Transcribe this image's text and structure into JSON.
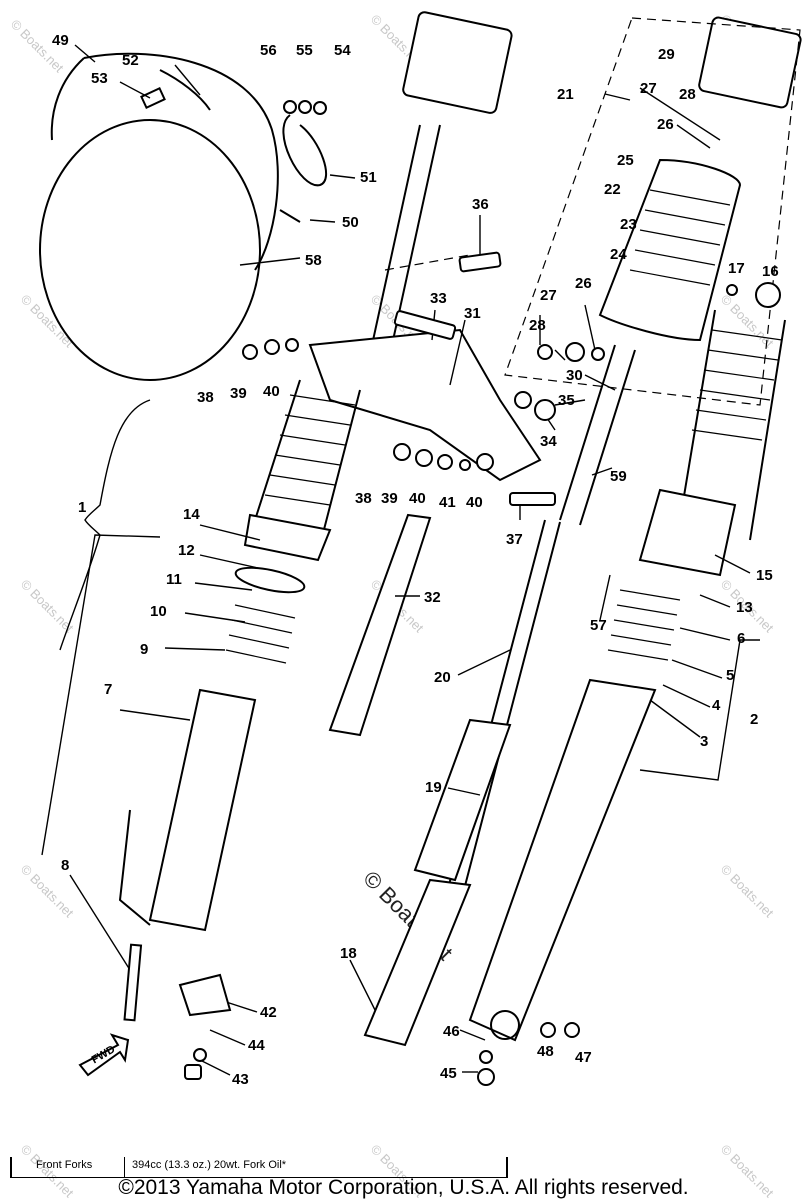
{
  "diagram": {
    "callouts": [
      "49",
      "52",
      "53",
      "56",
      "55",
      "54",
      "51",
      "50",
      "58",
      "29",
      "21",
      "27",
      "28",
      "26",
      "25",
      "22",
      "23",
      "24",
      "36",
      "33",
      "31",
      "17",
      "16",
      "27",
      "28",
      "26",
      "30",
      "35",
      "34",
      "38",
      "39",
      "40",
      "38",
      "39",
      "40",
      "41",
      "40",
      "59",
      "37",
      "1",
      "14",
      "12",
      "11",
      "10",
      "9",
      "7",
      "32",
      "15",
      "13",
      "57",
      "6",
      "5",
      "4",
      "2",
      "3",
      "20",
      "19",
      "8",
      "18",
      "42",
      "44",
      "43",
      "46",
      "48",
      "47",
      "45"
    ],
    "watermark_text": "© Boats.net",
    "fwd_label": "FWD"
  },
  "spec_table": {
    "label": "Front Forks",
    "value": "394cc (13.3 oz.) 20wt. Fork Oil*"
  },
  "copyright": "©2013 Yamaha Motor Corporation, U.S.A. All rights reserved."
}
